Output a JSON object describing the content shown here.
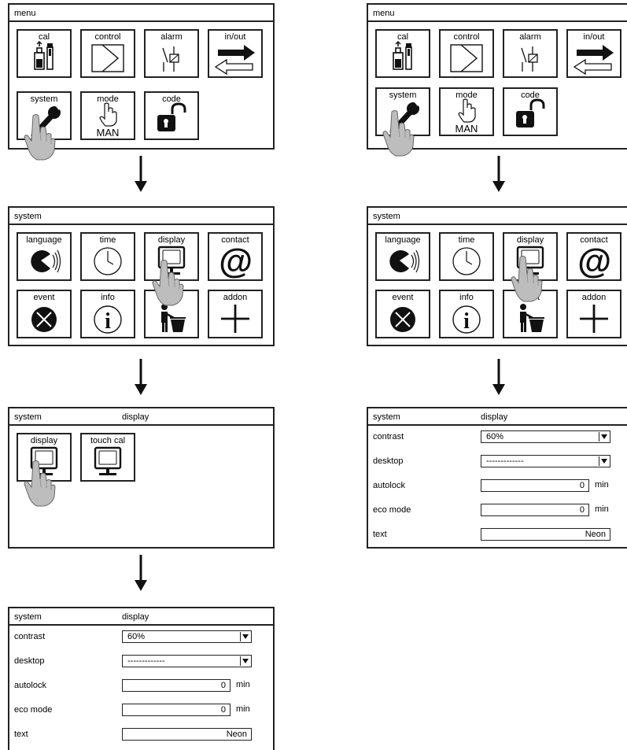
{
  "menu": {
    "title": "menu",
    "tiles": [
      {
        "label": "cal",
        "icon": "calibration-bottle-icon"
      },
      {
        "label": "control",
        "icon": "control-chevron-icon"
      },
      {
        "label": "alarm",
        "icon": "alarm-relay-icon"
      },
      {
        "label": "in/out",
        "icon": "in-out-arrows-icon"
      },
      {
        "label": "system",
        "icon": "wrench-icon"
      },
      {
        "label": "mode",
        "icon": "hand-pointer-icon",
        "sub": "MAN"
      },
      {
        "label": "code",
        "icon": "padlock-open-icon"
      }
    ]
  },
  "system": {
    "title": "system",
    "tiles": [
      {
        "label": "language",
        "icon": "language-speaker-icon"
      },
      {
        "label": "time",
        "icon": "clock-icon"
      },
      {
        "label": "display",
        "icon": "monitor-icon"
      },
      {
        "label": "contact",
        "icon": "at-sign-icon"
      },
      {
        "label": "event",
        "icon": "event-cross-icon"
      },
      {
        "label": "info",
        "icon": "info-icon"
      },
      {
        "label": "reset",
        "icon": "trash-person-icon"
      },
      {
        "label": "addon",
        "icon": "plus-icon"
      }
    ]
  },
  "display_menu": {
    "title": "system",
    "subtitle": "display",
    "tiles": [
      {
        "label": "display",
        "icon": "monitor-icon"
      },
      {
        "label": "touch cal",
        "icon": "monitor-icon"
      }
    ]
  },
  "display_settings": {
    "title": "system",
    "subtitle": "display",
    "rows": [
      {
        "label": "contrast",
        "value": "60%",
        "type": "dropdown"
      },
      {
        "label": "desktop",
        "value": "-------------",
        "type": "dropdown"
      },
      {
        "label": "autolock",
        "value": "0",
        "unit": "min",
        "type": "number"
      },
      {
        "label": "eco mode",
        "value": "0",
        "unit": "min",
        "type": "number"
      },
      {
        "label": "text",
        "value": "Neon",
        "type": "text"
      }
    ]
  },
  "icons": {
    "pointer": "hand-pointer-icon",
    "flow_arrow": "arrow-down-icon"
  }
}
